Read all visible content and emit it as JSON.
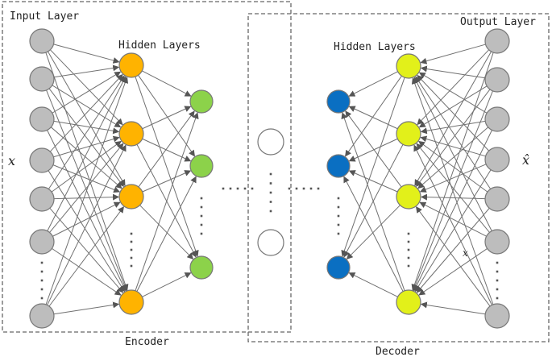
{
  "labels": {
    "input_layer": "Input Layer",
    "hidden_layers_encoder": "Hidden Layers",
    "hidden_layers_decoder": "Hidden Layers",
    "output_layer": "Output Layer",
    "encoder": "Encoder",
    "decoder": "Decoder",
    "x_input": "x",
    "x_hat": "x̂",
    "x_small": "x"
  },
  "colors": {
    "input_node": "#bdbdbd",
    "encoder_hidden_1": "#ffb300",
    "encoder_hidden_2": "#8cd24a",
    "code_node": "#ffffff",
    "decoder_hidden_1": "#0a6fc2",
    "decoder_hidden_2": "#e2f01a",
    "output_node": "#bdbdbd"
  }
}
